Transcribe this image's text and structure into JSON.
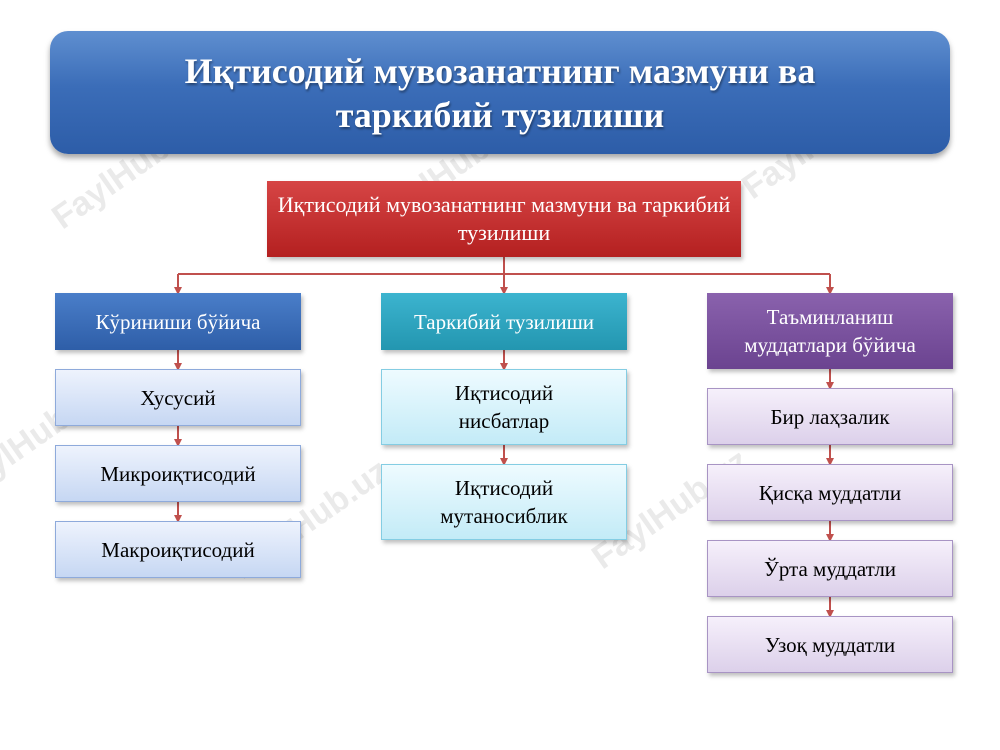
{
  "title": "Иқтисодий мувозанатнинг мазмуни ва таркибий тузилиши",
  "watermark": "FaylHub.uz",
  "root": {
    "label": "Иқтисодий мувозанатнинг мазмуни ва таркибий тузилиши"
  },
  "branches": [
    {
      "label": "Кўриниши бўйича",
      "items": [
        "Хусусий",
        "Микроиқтисодий",
        "Макроиқтисодий"
      ]
    },
    {
      "label": "Таркибий тузилиши",
      "items": [
        "Иқтисодий нисбатлар",
        "Иқтисодий мутаносиблик"
      ]
    },
    {
      "label": "Таъминланиш муддатлари бўйича",
      "items": [
        "Бир лаҳзалик",
        "Қисқа муддатли",
        "Ўрта муддатли",
        "Узоқ муддатли"
      ]
    }
  ],
  "colors": {
    "banner": "#3b6db8",
    "root": "#c02a2a",
    "connector": "#c0504d",
    "branch_blue": "#3a6cb8",
    "branch_teal": "#2ba3bf",
    "branch_purple": "#7a529e"
  }
}
